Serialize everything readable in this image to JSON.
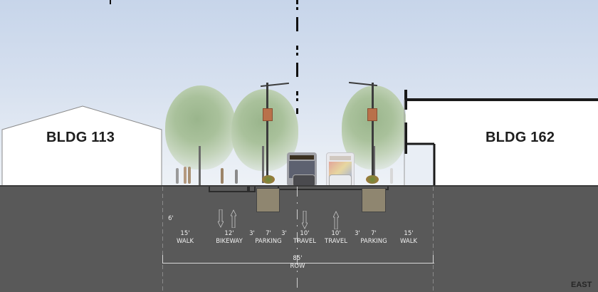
{
  "buildings": {
    "west": {
      "label": "BLDG 113"
    },
    "east": {
      "label": "BLDG 162"
    }
  },
  "orientation": {
    "label": "EAST"
  },
  "offset_note": "6'",
  "segments": [
    {
      "width": "15'",
      "label": "WALK"
    },
    {
      "width": "12'",
      "label": "BIKEWAY"
    },
    {
      "width": "3'",
      "label": ""
    },
    {
      "width": "7'",
      "label": "PARKING"
    },
    {
      "width": "3'",
      "label": ""
    },
    {
      "width": "10'",
      "label": "TRAVEL"
    },
    {
      "width": "10'",
      "label": "TRAVEL"
    },
    {
      "width": "3'",
      "label": ""
    },
    {
      "width": "7'",
      "label": "PARKING"
    },
    {
      "width": "15'",
      "label": "WALK"
    }
  ],
  "row": {
    "width": "85'",
    "label": "ROW"
  },
  "arrows": [
    {
      "name": "bikeway-down",
      "direction": "down"
    },
    {
      "name": "bikeway-up",
      "direction": "up"
    },
    {
      "name": "travel-down",
      "direction": "down"
    },
    {
      "name": "travel-up",
      "direction": "up"
    }
  ],
  "colors": {
    "ground": "#595959",
    "planter": "#8f8670",
    "sky": "#d6e0ef",
    "dimension_text": "#f0f0f0"
  }
}
